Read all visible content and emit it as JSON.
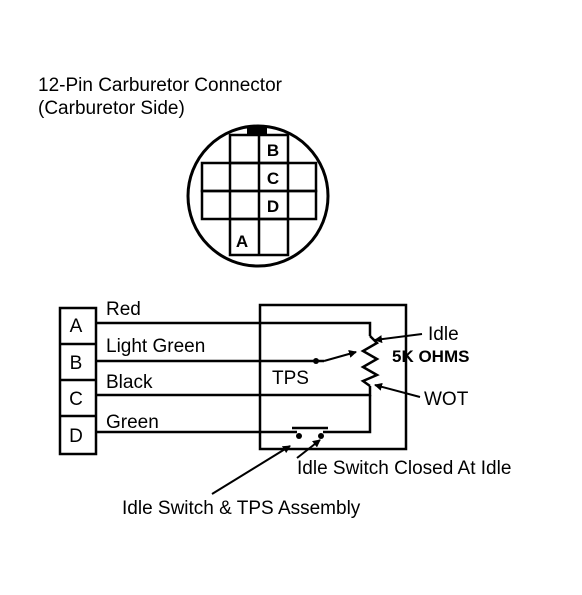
{
  "connector": {
    "title_line1": "12-Pin Carburetor Connector",
    "title_line2": "(Carburetor Side)",
    "pin_labels": [
      "B",
      "C",
      "D",
      "A"
    ]
  },
  "terminals": [
    "A",
    "B",
    "C",
    "D"
  ],
  "wires": [
    "Red",
    "Light Green",
    "Black",
    "Green"
  ],
  "tps": {
    "label": "TPS",
    "idle_label": "Idle",
    "wot_label": "WOT",
    "resistance_label": "5K OHMS"
  },
  "idle_switch_label": "Idle Switch Closed At Idle",
  "assembly_label": "Idle Switch & TPS Assembly"
}
